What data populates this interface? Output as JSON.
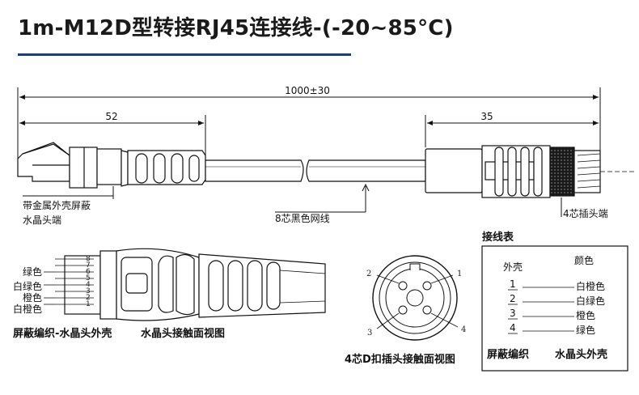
{
  "title": "1m-M12D型转接RJ45连接线-(-20~85°C)",
  "dimensions": {
    "total": "1000±30",
    "rj45_length": "52",
    "m12_length": "35"
  },
  "labels": {
    "shield_line1": "带金属外壳屏蔽",
    "shield_line2": "水晶头端",
    "cable": "8芯黑色网线",
    "m12_end": "4芯插头端"
  },
  "rj45_pinout": {
    "pin_numbers": [
      "8",
      "7",
      "6",
      "5",
      "4",
      "3",
      "2",
      "1"
    ],
    "wire_colors": [
      "绿色",
      "白绿色",
      "橙色",
      "白橙色"
    ],
    "caption_left": "屏蔽编织-水晶头外壳",
    "caption_right": "水晶头接触面视图"
  },
  "m12_face": {
    "pins": [
      "1",
      "2",
      "3",
      "4"
    ],
    "caption": "4芯D扣插头接触面视图"
  },
  "wiring_table": {
    "heading": "接线表",
    "col_left": "外壳",
    "col_right": "颜色",
    "rows": [
      {
        "pin": "1",
        "color": "白橙色"
      },
      {
        "pin": "2",
        "color": "白绿色"
      },
      {
        "pin": "3",
        "color": "橙色"
      },
      {
        "pin": "4",
        "color": "绿色"
      }
    ],
    "footer_left": "屏蔽编织",
    "footer_right": "水晶头外壳"
  }
}
